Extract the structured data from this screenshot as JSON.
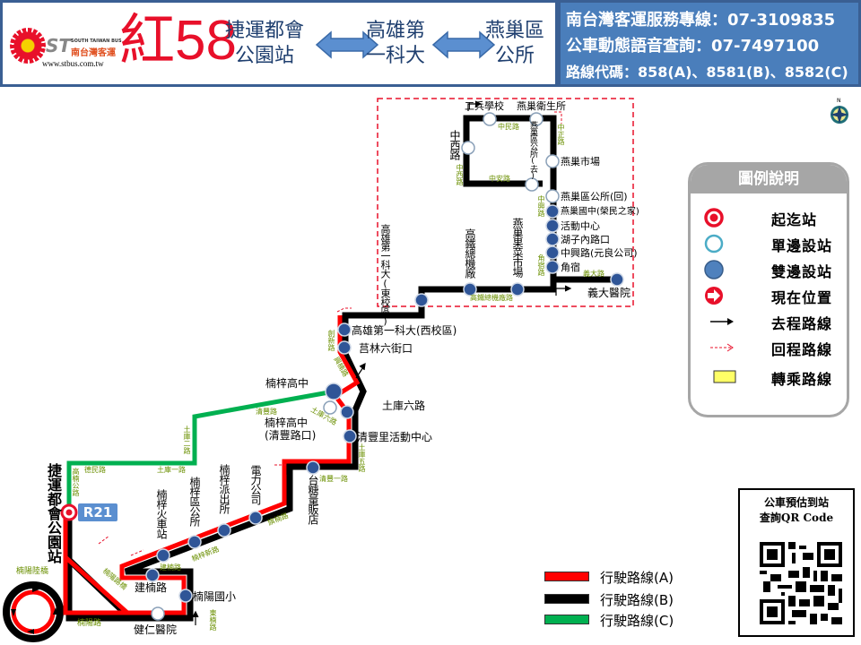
{
  "header": {
    "logo": {
      "brand_en": "SOUTH TAIWAN BUS",
      "brand_zh": "南台灣客運",
      "mark": "ST",
      "url": "www.stbus.com.tw"
    },
    "route_number": "紅58",
    "terminals": [
      "捷運都會公園站",
      "高雄第一科大",
      "燕巢區公所"
    ],
    "terminals_lines": [
      [
        "捷運都會",
        "公園站"
      ],
      [
        "高雄第",
        "一科大"
      ],
      [
        "燕巢區",
        "公所"
      ]
    ],
    "service_line": "南台灣客運服務專線：07-3109835",
    "voice_query": "公車動態語音查詢：07-7497100",
    "route_codes": "路線代碼：858(A)、8581(B)、8582(C)"
  },
  "map": {
    "terminal": {
      "name": "捷運都會公園站",
      "badge": "R21"
    },
    "stops": [
      {
        "name": "建楠路",
        "type": "both"
      },
      {
        "name": "楠陽國小",
        "type": "both"
      },
      {
        "name": "健仁醫院",
        "type": "single"
      },
      {
        "name": "楠梓火車站",
        "type": "both"
      },
      {
        "name": "楠梓區公所",
        "type": "both"
      },
      {
        "name": "楠梓派出所",
        "type": "both"
      },
      {
        "name": "電力公司",
        "type": "both"
      },
      {
        "name": "台糖量販店",
        "type": "both"
      },
      {
        "name": "清豐里活動中心",
        "type": "both"
      },
      {
        "name": "土庫六路",
        "type": "both"
      },
      {
        "name": "楠梓高中(清豐路口)",
        "type": "single"
      },
      {
        "name": "楠梓高中",
        "type": "both"
      },
      {
        "name": "莒林六街口",
        "type": "both"
      },
      {
        "name": "高雄第一科大(西校區)",
        "type": "both"
      },
      {
        "name": "高雄第一科大(東校區)",
        "type": "both"
      },
      {
        "name": "高鐵總機廠",
        "type": "both"
      },
      {
        "name": "燕巢果菜市場",
        "type": "both"
      },
      {
        "name": "角宿",
        "type": "both"
      },
      {
        "name": "中興路(元良公司)",
        "type": "both"
      },
      {
        "name": "湖子內路口",
        "type": "both"
      },
      {
        "name": "活動中心",
        "type": "both"
      },
      {
        "name": "燕巢國中(榮民之家)",
        "type": "both"
      },
      {
        "name": "燕巢區公所(回)",
        "type": "single"
      },
      {
        "name": "燕巢區公所(去)",
        "type": "single"
      },
      {
        "name": "燕巢市場",
        "type": "single"
      },
      {
        "name": "中西路",
        "type": "single"
      },
      {
        "name": "工兵學校",
        "type": "single"
      },
      {
        "name": "燕巢衛生所",
        "type": "single"
      },
      {
        "name": "義大醫院",
        "type": "both"
      }
    ],
    "stop_labels_multiline": {
      "nanzi_high_qingfeng": [
        "楠梓高中",
        "(清豐路口)"
      ]
    },
    "roads": [
      "楠陽陸橋",
      "楠陽路",
      "高楠公路",
      "德民路",
      "土庫二路",
      "土庫一路",
      "清豐路",
      "土庫六路",
      "創新路",
      "興楠路",
      "楠梓新路",
      "建楠路",
      "楠陽路橋",
      "東楠路",
      "旗楠路",
      "清豐一路",
      "土庫五路",
      "高鐵總機廠路",
      "角宿路",
      "義大路",
      "中興路",
      "中正路",
      "中民路",
      "中安路",
      "中西路"
    ]
  },
  "legend": {
    "title": "圖例說明",
    "items": [
      {
        "icon": "terminal-stop-icon",
        "label": "起迄站"
      },
      {
        "icon": "single-side-stop-icon",
        "label": "單邊設站"
      },
      {
        "icon": "both-side-stop-icon",
        "label": "雙邊設站"
      },
      {
        "icon": "current-location-icon",
        "label": "現在位置"
      },
      {
        "icon": "outbound-arrow-icon",
        "label": "去程路線"
      },
      {
        "icon": "return-arrow-icon",
        "label": "回程路線"
      },
      {
        "icon": "transfer-route-icon",
        "label": "轉乘路線"
      }
    ]
  },
  "route_lines": [
    {
      "label": "行駛路線(A)",
      "color": "#ff0000"
    },
    {
      "label": "行駛路線(B)",
      "color": "#000000"
    },
    {
      "label": "行駛路線(C)",
      "color": "#00b050"
    }
  ],
  "qr": {
    "title_line1": "公車預估到站",
    "title_line2": "查詢QR Code"
  },
  "compass": {
    "north": "N"
  }
}
